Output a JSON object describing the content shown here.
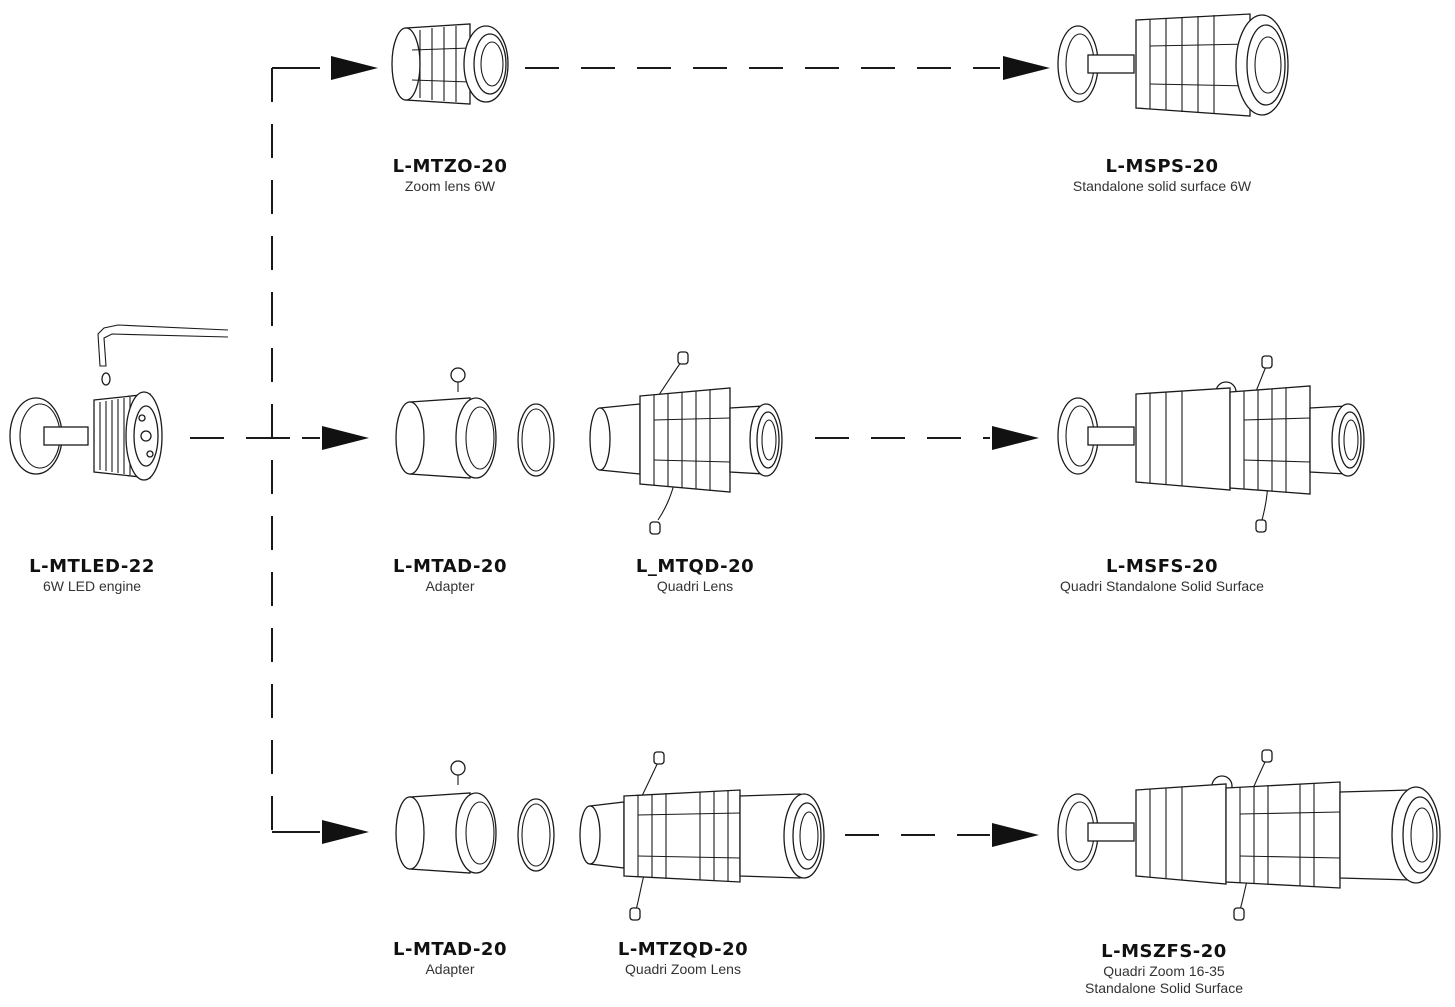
{
  "products": {
    "led_engine": {
      "code": "L-MTLED-22",
      "desc": "6W LED engine"
    },
    "zoom_lens": {
      "code": "L-MTZO-20",
      "desc": "Zoom lens 6W"
    },
    "standalone_solid": {
      "code": "L-MSPS-20",
      "desc": "Standalone solid surface 6W"
    },
    "adapter_1": {
      "code": "L-MTAD-20",
      "desc": "Adapter"
    },
    "quadri_lens": {
      "code": "L_MTQD-20",
      "desc": "Quadri Lens"
    },
    "quadri_standalone": {
      "code": "L-MSFS-20",
      "desc": "Quadri Standalone Solid Surface"
    },
    "adapter_2": {
      "code": "L-MTAD-20",
      "desc": "Adapter"
    },
    "quadri_zoom_lens": {
      "code": "L-MTZQD-20",
      "desc": "Quadri Zoom Lens"
    },
    "quadri_zoom_standalone": {
      "code": "L-MSZFS-20",
      "desc_line1": "Quadri Zoom 16-35",
      "desc_line2": "Standalone Solid Surface"
    }
  },
  "colors": {
    "line": "#1a1a1a",
    "background": "#ffffff"
  }
}
